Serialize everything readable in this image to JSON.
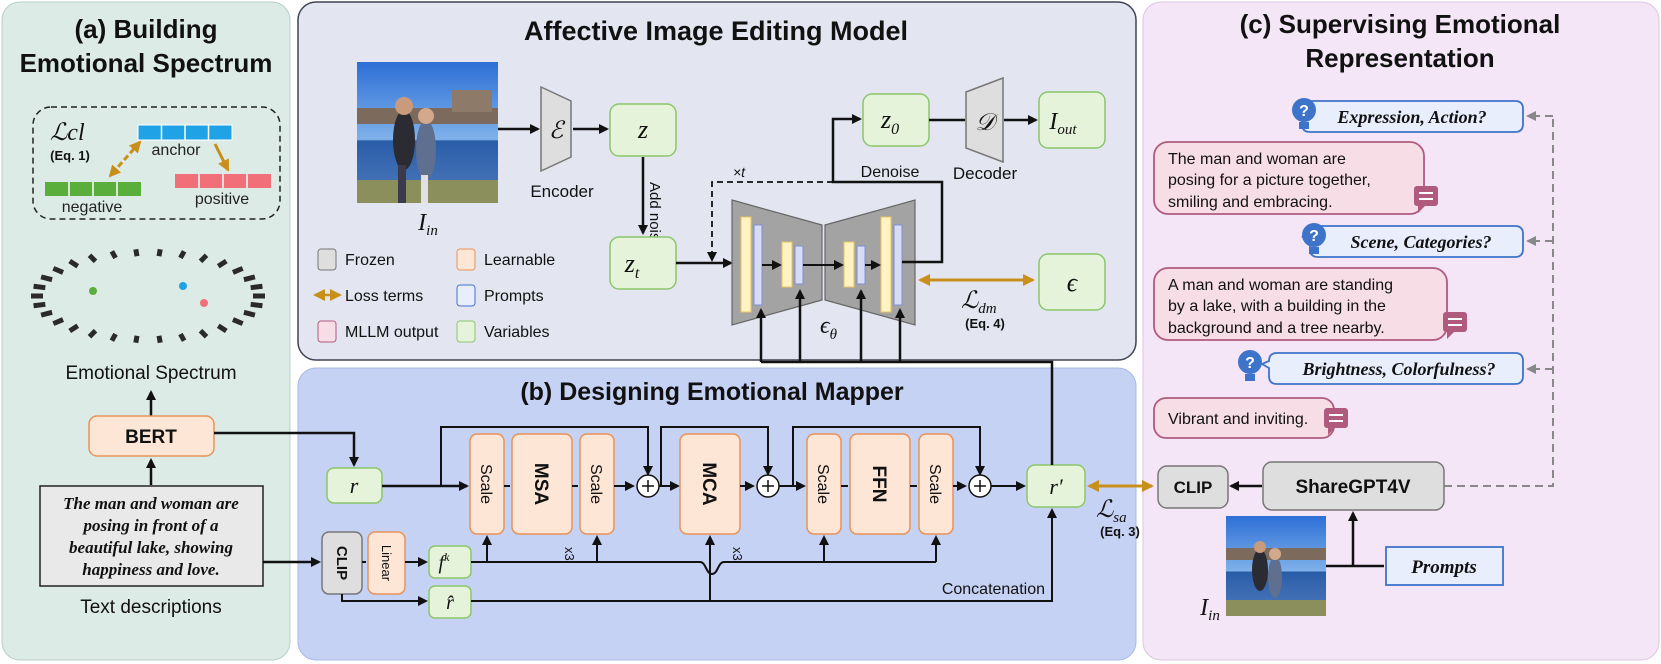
{
  "panels": {
    "a_title_line1": "(a) Building",
    "a_title_line2": "Emotional Spectrum",
    "main_title": "Affective Image Editing Model",
    "b_title": "(b) Designing Emotional Mapper",
    "c_title_line1": "(c) Supervising Emotional",
    "c_title_line2": "Representation"
  },
  "panel_a": {
    "loss_cl": "ℒcl",
    "loss_cl_eq": "(Eq. 1)",
    "anchor": "anchor",
    "negative": "negative",
    "positive": "positive",
    "spectrum_label": "Emotional Spectrum",
    "bert": "BERT",
    "text_line1": "The man and woman are",
    "text_line2": "posing in front of a",
    "text_line3": "beautiful lake, showing",
    "text_line4": "happiness and love.",
    "text_desc_label": "Text descriptions"
  },
  "model": {
    "encoder_sym": "ℰ",
    "encoder_label": "Encoder",
    "z": "z",
    "add_noise": "Add noise ϵ",
    "z_t": "zt",
    "times_t": "×t",
    "z0": "z0",
    "decoder_sym": "𝒟",
    "decoder_label": "Decoder",
    "denoise": "Denoise",
    "i_out": "Iout",
    "i_in": "Iin",
    "epsilon": "ϵ",
    "eps_theta": "ϵθ",
    "loss_dm": "ℒdm",
    "loss_dm_eq": "(Eq. 4)"
  },
  "legend": {
    "frozen": "Frozen",
    "learnable": "Learnable",
    "loss_terms": "Loss terms",
    "prompts": "Prompts",
    "mllm_output": "MLLM output",
    "variables": "Variables"
  },
  "mapper": {
    "r": "r",
    "scale": "Scale",
    "msa": "MSA",
    "mca": "MCA",
    "ffn": "FFN",
    "x3": "x3",
    "r_prime": "r′",
    "clip": "CLIP",
    "linear": "Linear",
    "f_k": "fk",
    "r_hat": "r̂",
    "concatenation": "Concatenation",
    "loss_sa": "ℒsa",
    "loss_sa_eq": "(Eq. 3)"
  },
  "panel_c": {
    "q1": "Expression, Action?",
    "a1_line1": "The man and woman are",
    "a1_line2": "posing for a picture together,",
    "a1_line3": "smiling and embracing.",
    "q2": "Scene, Categories?",
    "a2_line1": "A man and woman are standing",
    "a2_line2": "by a lake, with a building in the",
    "a2_line3": "background and a tree nearby.",
    "q3": "Brightness, Colorfulness?",
    "a3_line1": "Vibrant and inviting.",
    "clip": "CLIP",
    "sharegpt": "ShareGPT4V",
    "prompts": "Prompts",
    "i_in": "Iin"
  },
  "colors": {
    "panel_a_bg": "#dcebe6",
    "panel_model_bg": "#e3e6f1",
    "panel_b_bg": "#c6d2f4",
    "panel_c_bg": "#f4e5f7",
    "learnable_fill": "#fde6d6",
    "learnable_stroke": "#e8935a",
    "variable_fill": "#e4f3d9",
    "variable_stroke": "#8cc66b",
    "frozen_fill": "#dedede",
    "prompt_stroke": "#3d73c9",
    "mllm_fill": "#f6dde6",
    "mllm_stroke": "#b05b7e",
    "loss_arrow": "#c8901a"
  }
}
